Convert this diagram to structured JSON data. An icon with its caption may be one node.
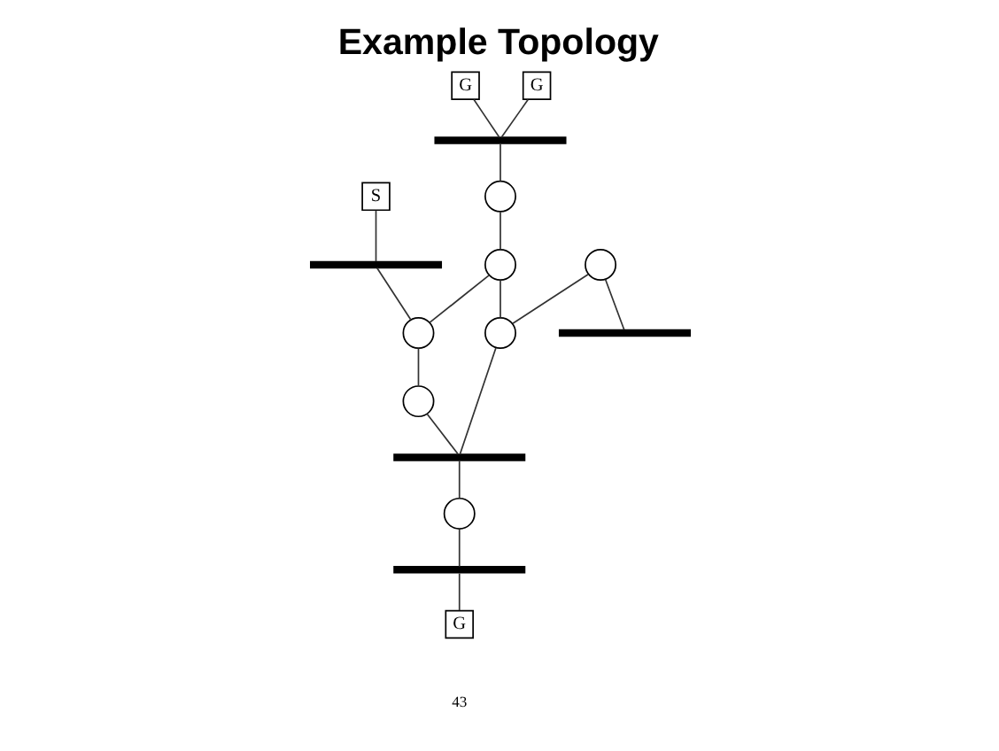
{
  "diagram": {
    "title": "Example Topology",
    "nodes": [
      {
        "text": [
          "G"
        ]
      },
      {
        "text": [
          "G"
        ]
      },
      {
        "text": [],
        "shape": "bar"
      },
      {
        "text": [],
        "shape": "bar"
      },
      {
        "text": [],
        "shape": "circle"
      },
      {
        "text": [],
        "shape": "circle"
      },
      {
        "text": [],
        "shape": "circle"
      },
      {
        "text": [],
        "shape": "circle"
      },
      {
        "text": [],
        "shape": "bar"
      },
      {
        "text": [
          "S"
        ]
      },
      {
        "text": [],
        "shape": "circle"
      },
      {
        "text": [],
        "shape": "bar"
      },
      {
        "text": [],
        "shape": "circle"
      },
      {
        "text": [],
        "shape": "circle"
      },
      {
        "text": [],
        "shape": "bar"
      },
      {
        "text": [
          "G"
        ]
      }
    ],
    "edges": [
      {
        "from": 0,
        "to": 2,
        "arrow": "none"
      },
      {
        "from": 1,
        "to": 2,
        "arrow": "none"
      },
      {
        "from": 2,
        "to": 4,
        "arrow": "none"
      },
      {
        "from": 4,
        "to": 6,
        "arrow": "none"
      },
      {
        "from": 6,
        "to": 10,
        "arrow": "none"
      },
      {
        "from": 6,
        "to": 7,
        "arrow": "none"
      },
      {
        "from": 5,
        "to": 3,
        "arrow": "none"
      },
      {
        "from": 5,
        "to": 7,
        "arrow": "none"
      },
      {
        "from": 9,
        "to": 8,
        "arrow": "none"
      },
      {
        "from": 8,
        "to": 10,
        "arrow": "none"
      },
      {
        "from": 10,
        "to": 12,
        "arrow": "none"
      },
      {
        "from": 12,
        "to": 11,
        "arrow": "none"
      },
      {
        "from": 7,
        "to": 11,
        "arrow": "none"
      },
      {
        "from": 11,
        "to": 13,
        "arrow": "none"
      },
      {
        "from": 13,
        "to": 14,
        "arrow": "none"
      },
      {
        "from": 14,
        "to": 15,
        "arrow": "none"
      }
    ],
    "labels": [
      "43"
    ]
  }
}
